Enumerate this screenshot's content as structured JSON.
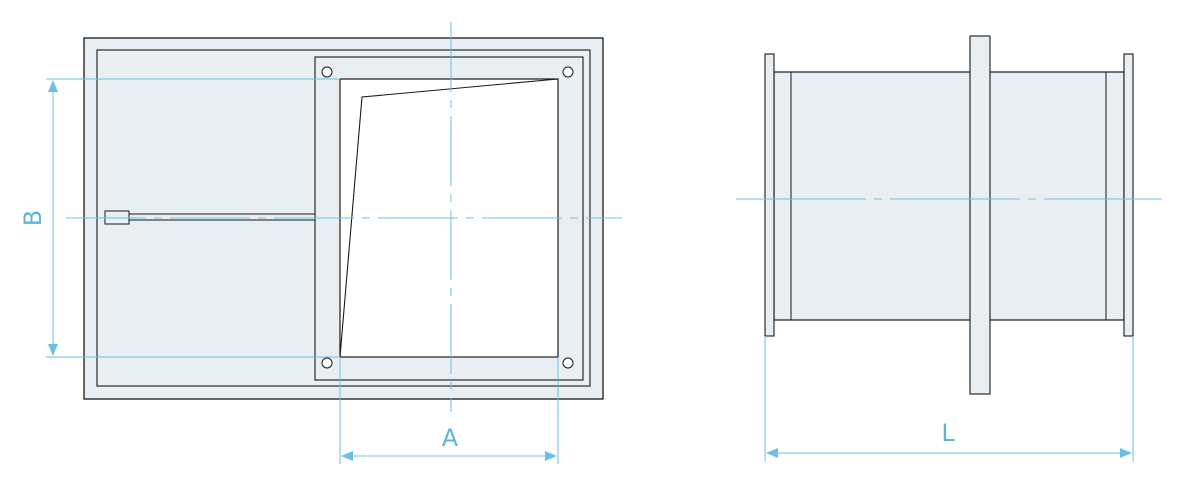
{
  "colors": {
    "outline": "#1a1a1a",
    "fill": "#e8eef1",
    "opening": "#ffffff",
    "dimension": "#6cc0e6"
  },
  "labels": {
    "width": "A",
    "height": "B",
    "length": "L"
  }
}
